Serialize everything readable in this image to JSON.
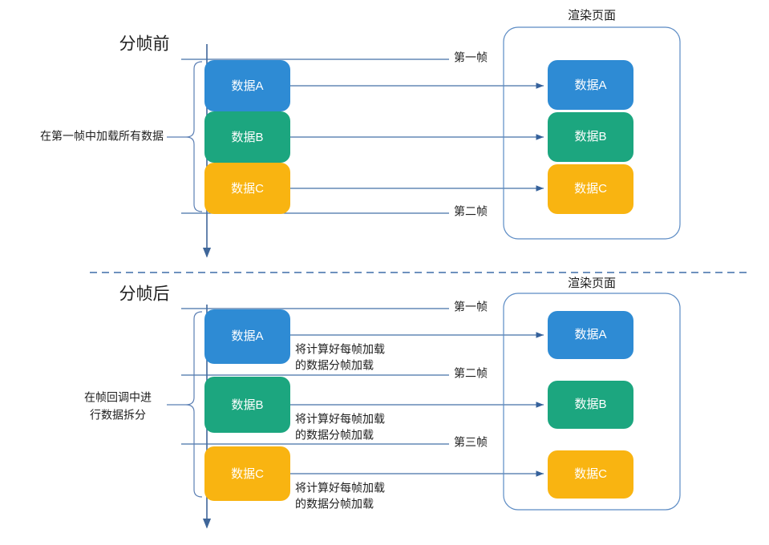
{
  "diagram": {
    "title_before": "分帧前",
    "title_after": "分帧后",
    "panel_title": "渲染页面",
    "data_a": "数据A",
    "data_b": "数据B",
    "data_c": "数据C",
    "frame_1": "第一帧",
    "frame_2": "第二帧",
    "frame_3": "第三帧",
    "note_before": "在第一帧中加载所有数据",
    "note_after_line1": "在帧回调中进",
    "note_after_line2": "行数据拆分",
    "split_note_line1": "将计算好每帧加载",
    "split_note_line2": "的数据分帧加载"
  },
  "colors": {
    "blue": "#2e8bd4",
    "green": "#1ca67f",
    "orange": "#f9b411",
    "stroke_blue": "#4472a8",
    "panel_stroke": "#5b8bc4",
    "text_dark": "#202020",
    "white": "#ffffff",
    "background": "#ffffff"
  },
  "top_section": {
    "boxes": [
      {
        "label_key": "data_a",
        "color_key": "blue"
      },
      {
        "label_key": "data_b",
        "color_key": "green"
      },
      {
        "label_key": "data_c",
        "color_key": "orange"
      }
    ],
    "frame_labels": [
      "第一帧",
      "第二帧"
    ]
  },
  "bottom_section": {
    "boxes": [
      {
        "label_key": "data_a",
        "color_key": "blue"
      },
      {
        "label_key": "data_b",
        "color_key": "green"
      },
      {
        "label_key": "data_c",
        "color_key": "orange"
      }
    ],
    "frame_labels": [
      "第一帧",
      "第二帧",
      "第三帧"
    ]
  }
}
